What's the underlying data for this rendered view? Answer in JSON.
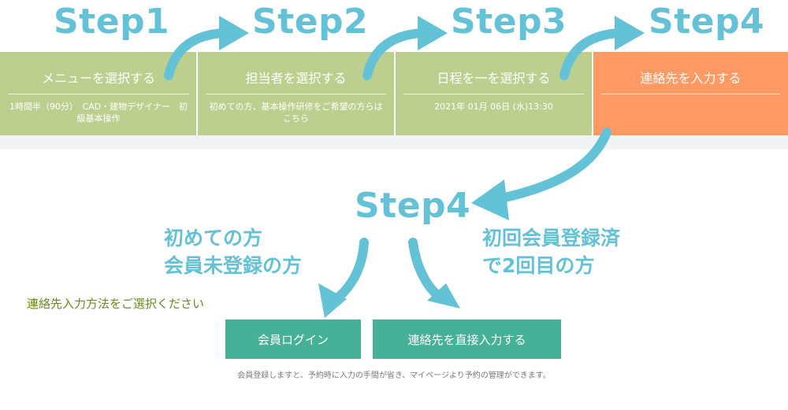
{
  "step_labels": [
    "Step1",
    "Step2",
    "Step3",
    "Step4"
  ],
  "steps": [
    {
      "title": "メニューを選択する",
      "desc": "1時間半（90分）　CAD・建物デザイナー　初級基本操作"
    },
    {
      "title": "担当者を選択する",
      "desc": "初めての方、基本操作研修をご希望の方らはこちら"
    },
    {
      "title": "日程を一を選択する",
      "desc": "2021年 01月 06日 (水)13:30"
    },
    {
      "title": "連絡先を入力する",
      "desc": ""
    }
  ],
  "current_step_label": "Step4",
  "left_note": {
    "line1": "初めての方",
    "line2": "会員未登録の方"
  },
  "right_note": {
    "line1": "初回会員登録済",
    "line2": "で2回目の方"
  },
  "instruction": "連絡先入力方法をご選択ください",
  "buttons": {
    "login": "会員ログイン",
    "direct": "連絡先を直接入力する"
  },
  "note": "会員登録しますと、予約時に入力の手間が省き、マイページより予約の管理ができます。",
  "colors": {
    "accent": "#64c2d6",
    "step_done": "#bdcf8e",
    "step_active": "#ff9a65",
    "button": "#46b196",
    "instruction": "#6a8c1e"
  }
}
